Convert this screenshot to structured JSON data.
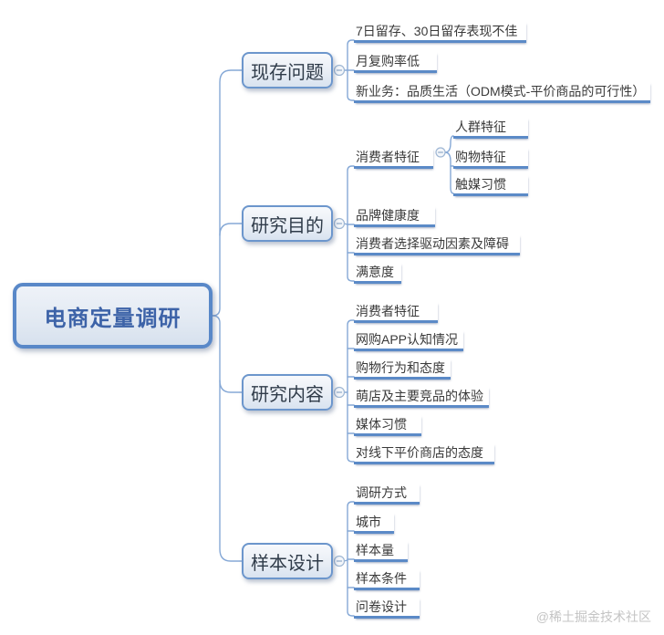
{
  "map": {
    "root": {
      "label": "电商定量调研"
    },
    "branches": [
      {
        "label": "现存问题",
        "children": [
          {
            "label": "7日留存、30日留存表现不佳"
          },
          {
            "label": "月复购率低"
          },
          {
            "label": "新业务：品质生活（ODM模式-平价商品的可行性）"
          }
        ]
      },
      {
        "label": "研究目的",
        "children": [
          {
            "label": "消费者特征",
            "children": [
              {
                "label": "人群特征"
              },
              {
                "label": "购物特征"
              },
              {
                "label": "触媒习惯"
              }
            ]
          },
          {
            "label": "品牌健康度"
          },
          {
            "label": "消费者选择驱动因素及障碍"
          },
          {
            "label": "满意度"
          }
        ]
      },
      {
        "label": "研究内容",
        "children": [
          {
            "label": "消费者特征"
          },
          {
            "label": "网购APP认知情况"
          },
          {
            "label": "购物行为和态度"
          },
          {
            "label": "萌店及主要竞品的体验"
          },
          {
            "label": "媒体习惯"
          },
          {
            "label": "对线下平价商店的态度"
          }
        ]
      },
      {
        "label": "样本设计",
        "children": [
          {
            "label": "调研方式"
          },
          {
            "label": "城市"
          },
          {
            "label": "样本量"
          },
          {
            "label": "样本条件"
          },
          {
            "label": "问卷设计"
          }
        ]
      }
    ]
  },
  "icons": {
    "collapse_toggle": "minus-in-circle"
  },
  "colors": {
    "connector": "#85a8d6",
    "underline": "#5b8ac7",
    "node_border": "#6c96cc",
    "central_border": "#5988c8",
    "central_text": "#3d63a8",
    "branch_text": "#2f3b49",
    "leaf_text": "#3a3a3a",
    "watermark": "#c4c4c4"
  },
  "footer": {
    "watermark": "@稀土掘金技术社区"
  }
}
